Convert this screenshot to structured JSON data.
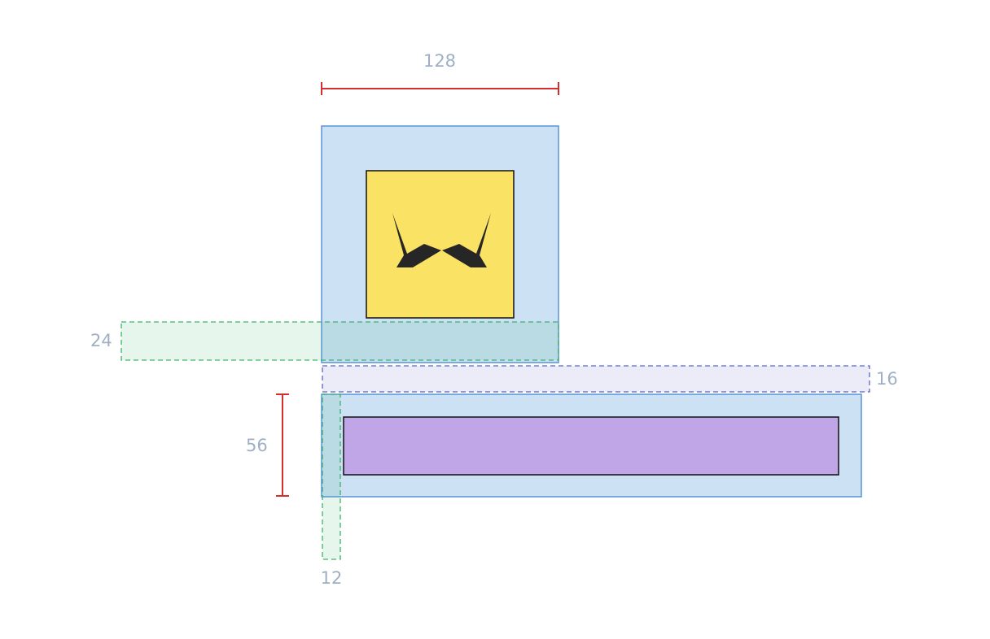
{
  "measurements": {
    "logo_width": "128",
    "bottom_spacing": "24",
    "gap": "16",
    "bar_height": "56",
    "left_padding": "12"
  },
  "colors": {
    "container_fill": "#cce1f4",
    "container_stroke": "#5a93d6",
    "logo_fill": "#fae265",
    "logo_mark": "#262626",
    "bar_fill": "#c1a6e7",
    "dimension_line": "#d32f2f",
    "spacing_green": "#39b36a",
    "spacing_green_fill": "#e8f5ea",
    "gap_blue": "#5966c8",
    "gap_fill": "#ececf9",
    "label_text": "#9fb0c4"
  },
  "icons": {
    "logo": "mustache-icon"
  }
}
